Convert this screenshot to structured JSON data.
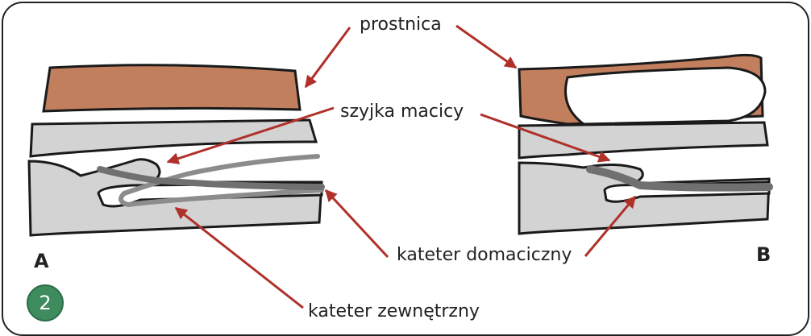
{
  "labels": {
    "prostnica": "prostnica",
    "szyjka": "szyjka macicy",
    "domaciczny": "kateter domaciczny",
    "zewnetrzny": "kateter zewnętrzny"
  },
  "panels": {
    "a": "A",
    "b": "B"
  },
  "badge": "2",
  "colors": {
    "speculum": "#c27f5d",
    "tissue": "#d3d3d3",
    "catheter_dark": "#707070",
    "catheter_light": "#8c8c8c",
    "arrow": "#b0302a"
  }
}
